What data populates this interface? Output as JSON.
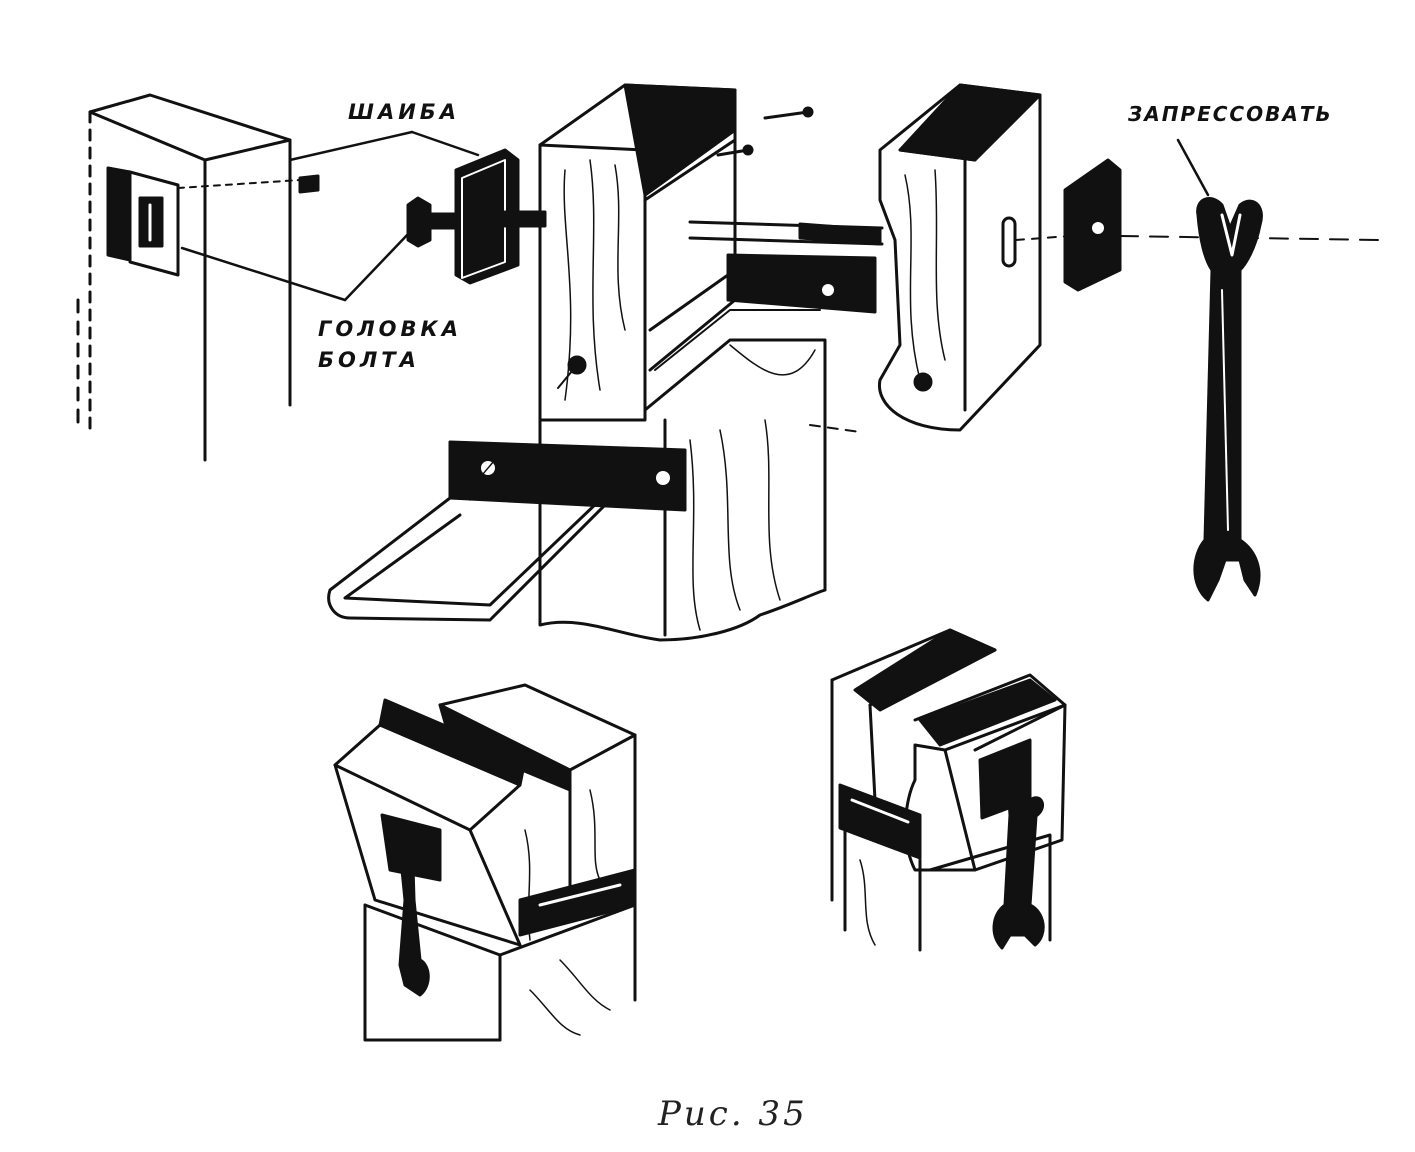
{
  "labels": {
    "washer": "ШАИБА",
    "bolt_head_line1": "ГОЛОВКА",
    "bolt_head_line2": "БОЛТА",
    "press_in": "ЗАПРЕССОВАТЬ"
  },
  "caption": "Рис. 35",
  "colors": {
    "ink": "#111111",
    "paper": "#ffffff"
  }
}
